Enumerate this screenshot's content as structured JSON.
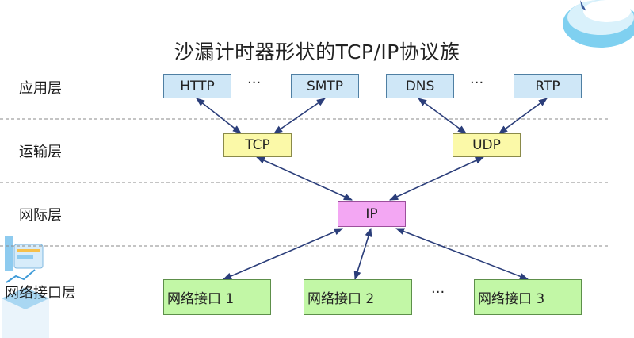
{
  "title": "沙漏计时器形状的TCP/IP协议族",
  "layers": {
    "application": "应用层",
    "transport": "运输层",
    "internet": "网际层",
    "link": "网络接口层"
  },
  "application_protocols": {
    "http": "HTTP",
    "smtp": "SMTP",
    "dns": "DNS",
    "rtp": "RTP",
    "ellipsis_left": "···",
    "ellipsis_right": "···"
  },
  "transport_protocols": {
    "tcp": "TCP",
    "udp": "UDP"
  },
  "internet_protocol": "IP",
  "network_interfaces": {
    "if1": "网络接口 1",
    "if2": "网络接口 2",
    "if3": "网络接口 3",
    "ellipsis": "···"
  },
  "colors": {
    "application_box": "#cfe7f7",
    "transport_box": "#fbf9a8",
    "internet_box": "#f3a7f3",
    "link_box": "#c2f7a6",
    "arrow": "#2b3e7a",
    "separator": "#8a8a8a"
  }
}
